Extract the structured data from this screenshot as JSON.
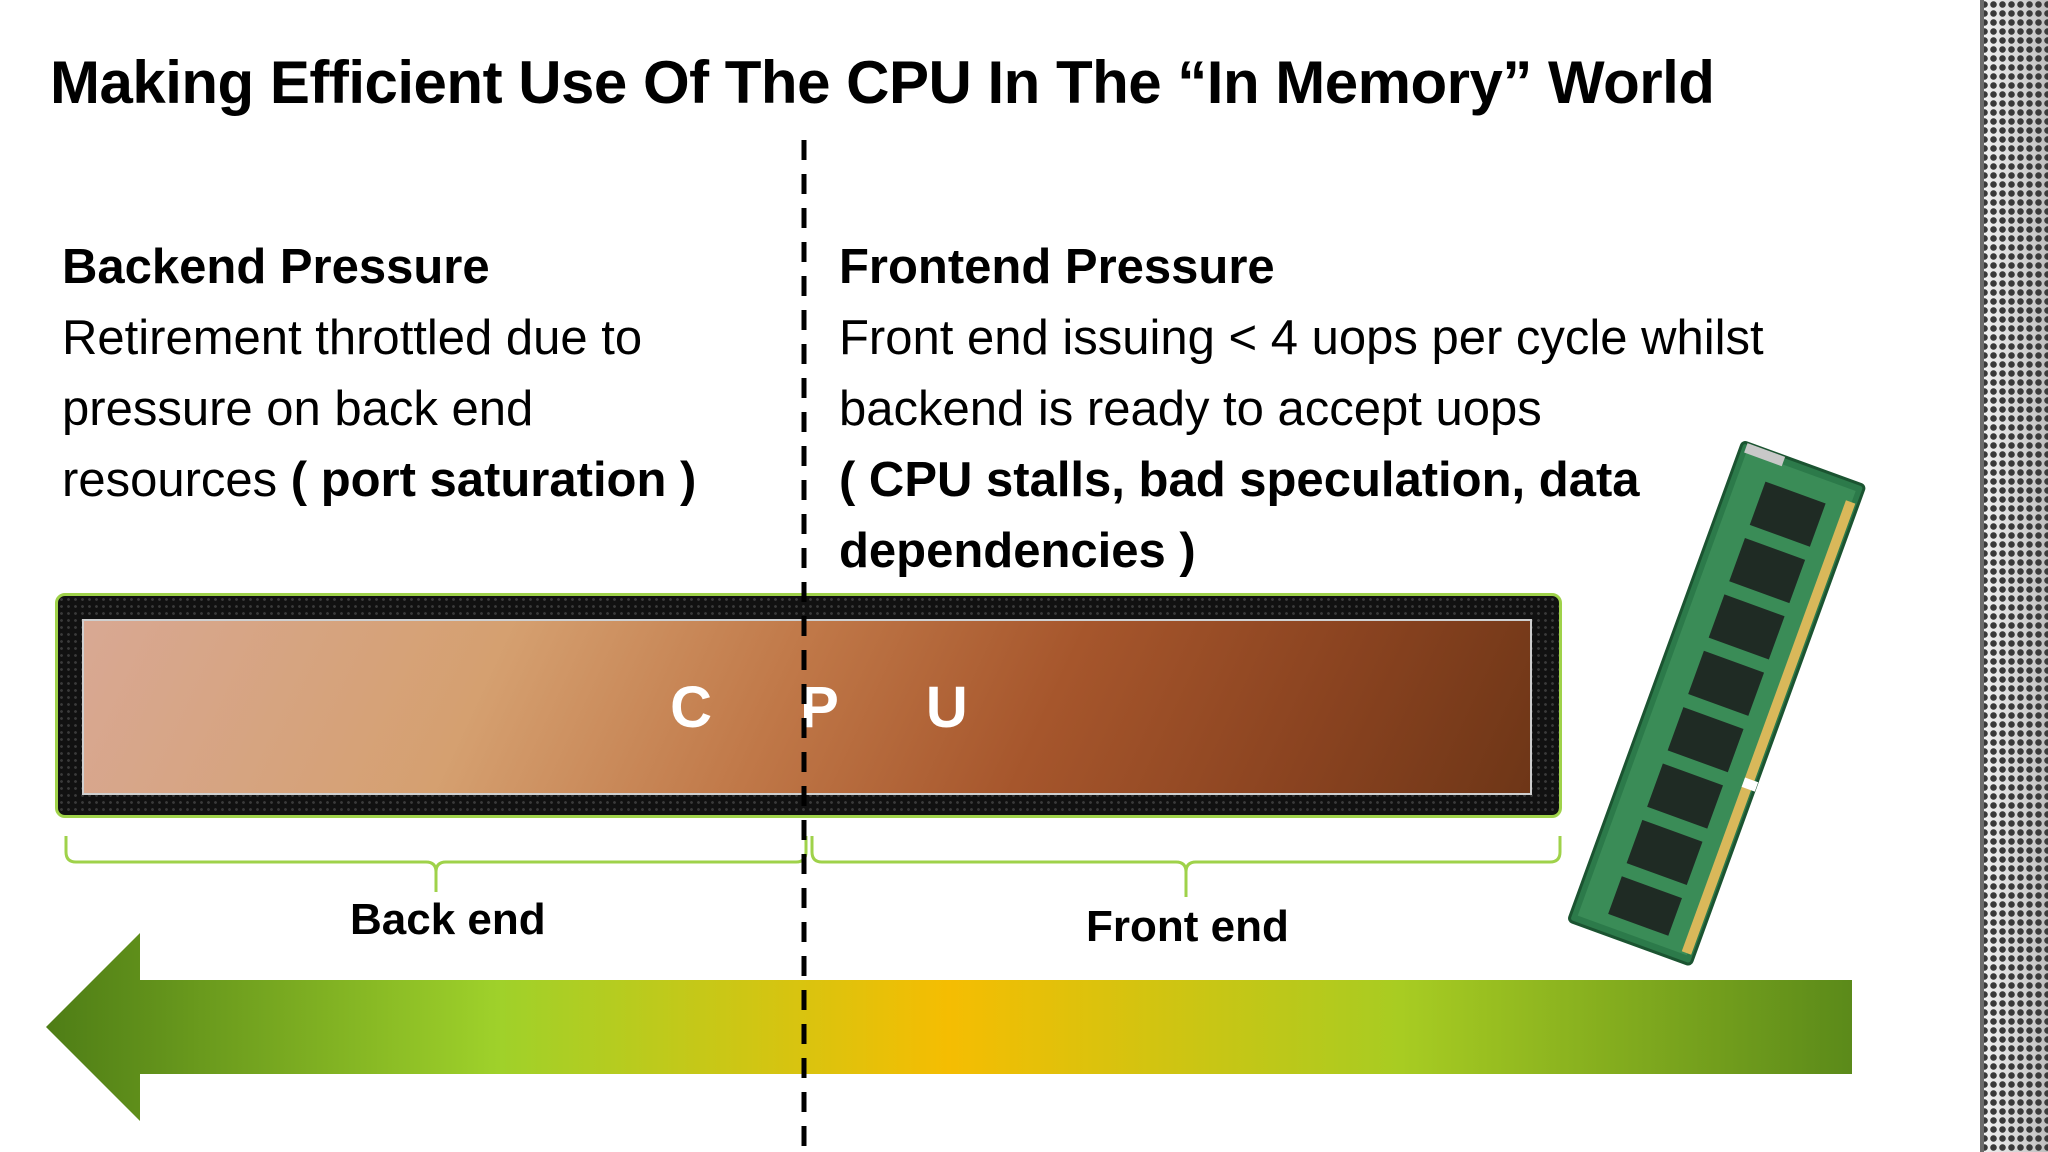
{
  "title": "Making Efficient Use Of The CPU In The “In Memory” World",
  "backend": {
    "heading": "Backend Pressure",
    "text_line1": "Retirement throttled due to",
    "text_line2": "pressure on back end",
    "text_line3": "resources ",
    "emphasis": "( port saturation )"
  },
  "frontend": {
    "heading": "Frontend Pressure",
    "text_line1": "Front end issuing < 4 uops per cycle whilst",
    "text_line2": "backend is ready to accept uops",
    "emphasis_line1": "( CPU stalls, bad speculation, data",
    "emphasis_line2": "dependencies )"
  },
  "cpu_label": "C P U",
  "brace_labels": {
    "back": "Back end",
    "front": "Front end"
  },
  "colors": {
    "cpu_border": "#9fd24a",
    "arrow_green": "#4e7d16",
    "arrow_lime": "#9fd12a",
    "arrow_amber": "#f5bd02"
  },
  "icons": {
    "memory": "ram-module-icon",
    "arrow": "left-arrow-icon"
  }
}
